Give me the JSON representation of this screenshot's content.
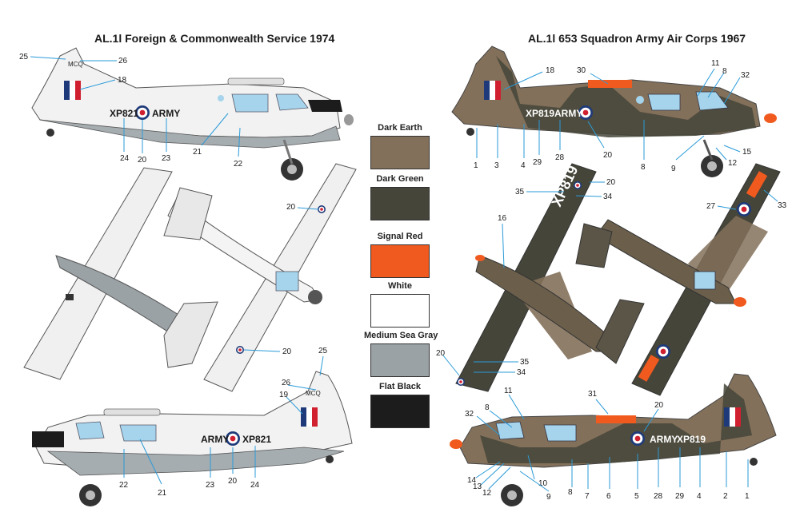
{
  "titles": {
    "left": "AL.1l Foreign & Commonwealth Service 1974",
    "right": "AL.1l 653 Squadron Army Air Corps 1967"
  },
  "palette": [
    {
      "label": "Dark Earth",
      "color": "#83705a"
    },
    {
      "label": "Dark Green",
      "color": "#45453a"
    },
    {
      "label": "Signal Red",
      "color": "#f05a1e"
    },
    {
      "label": "White",
      "color": "#ffffff"
    },
    {
      "label": "Medium Sea Gray",
      "color": "#9aa2a6"
    },
    {
      "label": "Flat Black",
      "color": "#1c1c1c"
    }
  ],
  "markings": {
    "serial_left": "XP821",
    "army": "ARMY",
    "serial_right": "XP819",
    "mcq": "MCQ"
  },
  "callouts": {
    "n1": "1",
    "n2": "2",
    "n3": "3",
    "n4": "4",
    "n5": "5",
    "n6": "6",
    "n7": "7",
    "n8": "8",
    "n9": "9",
    "n10": "10",
    "n11": "11",
    "n12": "12",
    "n13": "13",
    "n14": "14",
    "n15": "15",
    "n16": "16",
    "n18": "18",
    "n19": "19",
    "n20": "20",
    "n21": "21",
    "n22": "22",
    "n23": "23",
    "n24": "24",
    "n25": "25",
    "n26": "26",
    "n27": "27",
    "n28": "28",
    "n29": "29",
    "n30": "30",
    "n31": "31",
    "n32": "32",
    "n33": "33",
    "n34": "34",
    "n35": "35"
  }
}
